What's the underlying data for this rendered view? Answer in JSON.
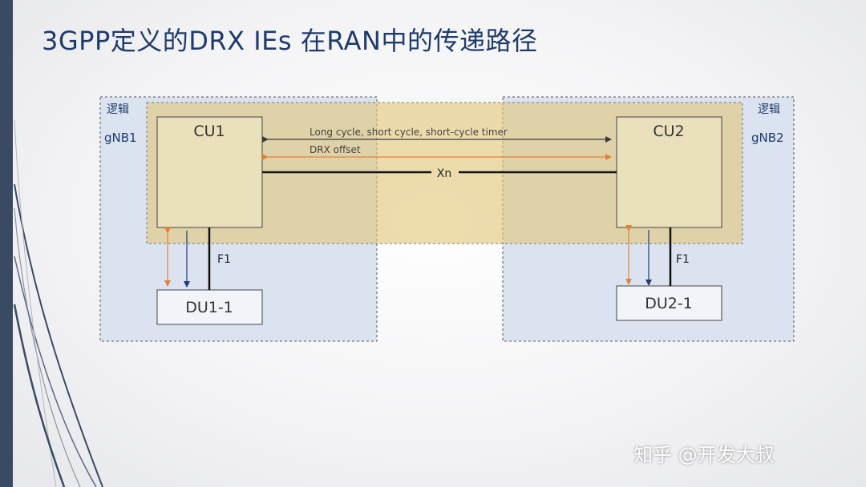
{
  "slide": {
    "title": "3GPP定义的DRX IEs 在RAN中的传递路径",
    "watermark": "知乎 @开发大叔"
  },
  "diagram": {
    "gnb1": {
      "logic_label": "逻辑",
      "name": "gNB1",
      "cu": "CU1",
      "du": "DU1-1"
    },
    "gnb2": {
      "logic_label": "逻辑",
      "name": "gNB2",
      "cu": "CU2",
      "du": "DU2-1"
    },
    "arrows": {
      "cycles_label": "Long cycle, short cycle, short-cycle timer",
      "offset_label": "DRX offset",
      "xn_label": "Xn",
      "f1_label_left": "F1",
      "f1_label_right": "F1"
    }
  },
  "colors": {
    "title": "#1f3b6b",
    "gnb_fill": "#dbe3f1",
    "cu_band_fill": "#e2c87a",
    "box_fill": "#f2e9c8",
    "orange_arrow": "#e0833a",
    "navy_arrow": "#1f3b7a",
    "dark_arrow": "#3b3b3b",
    "left_bar": "#3b4a63"
  }
}
